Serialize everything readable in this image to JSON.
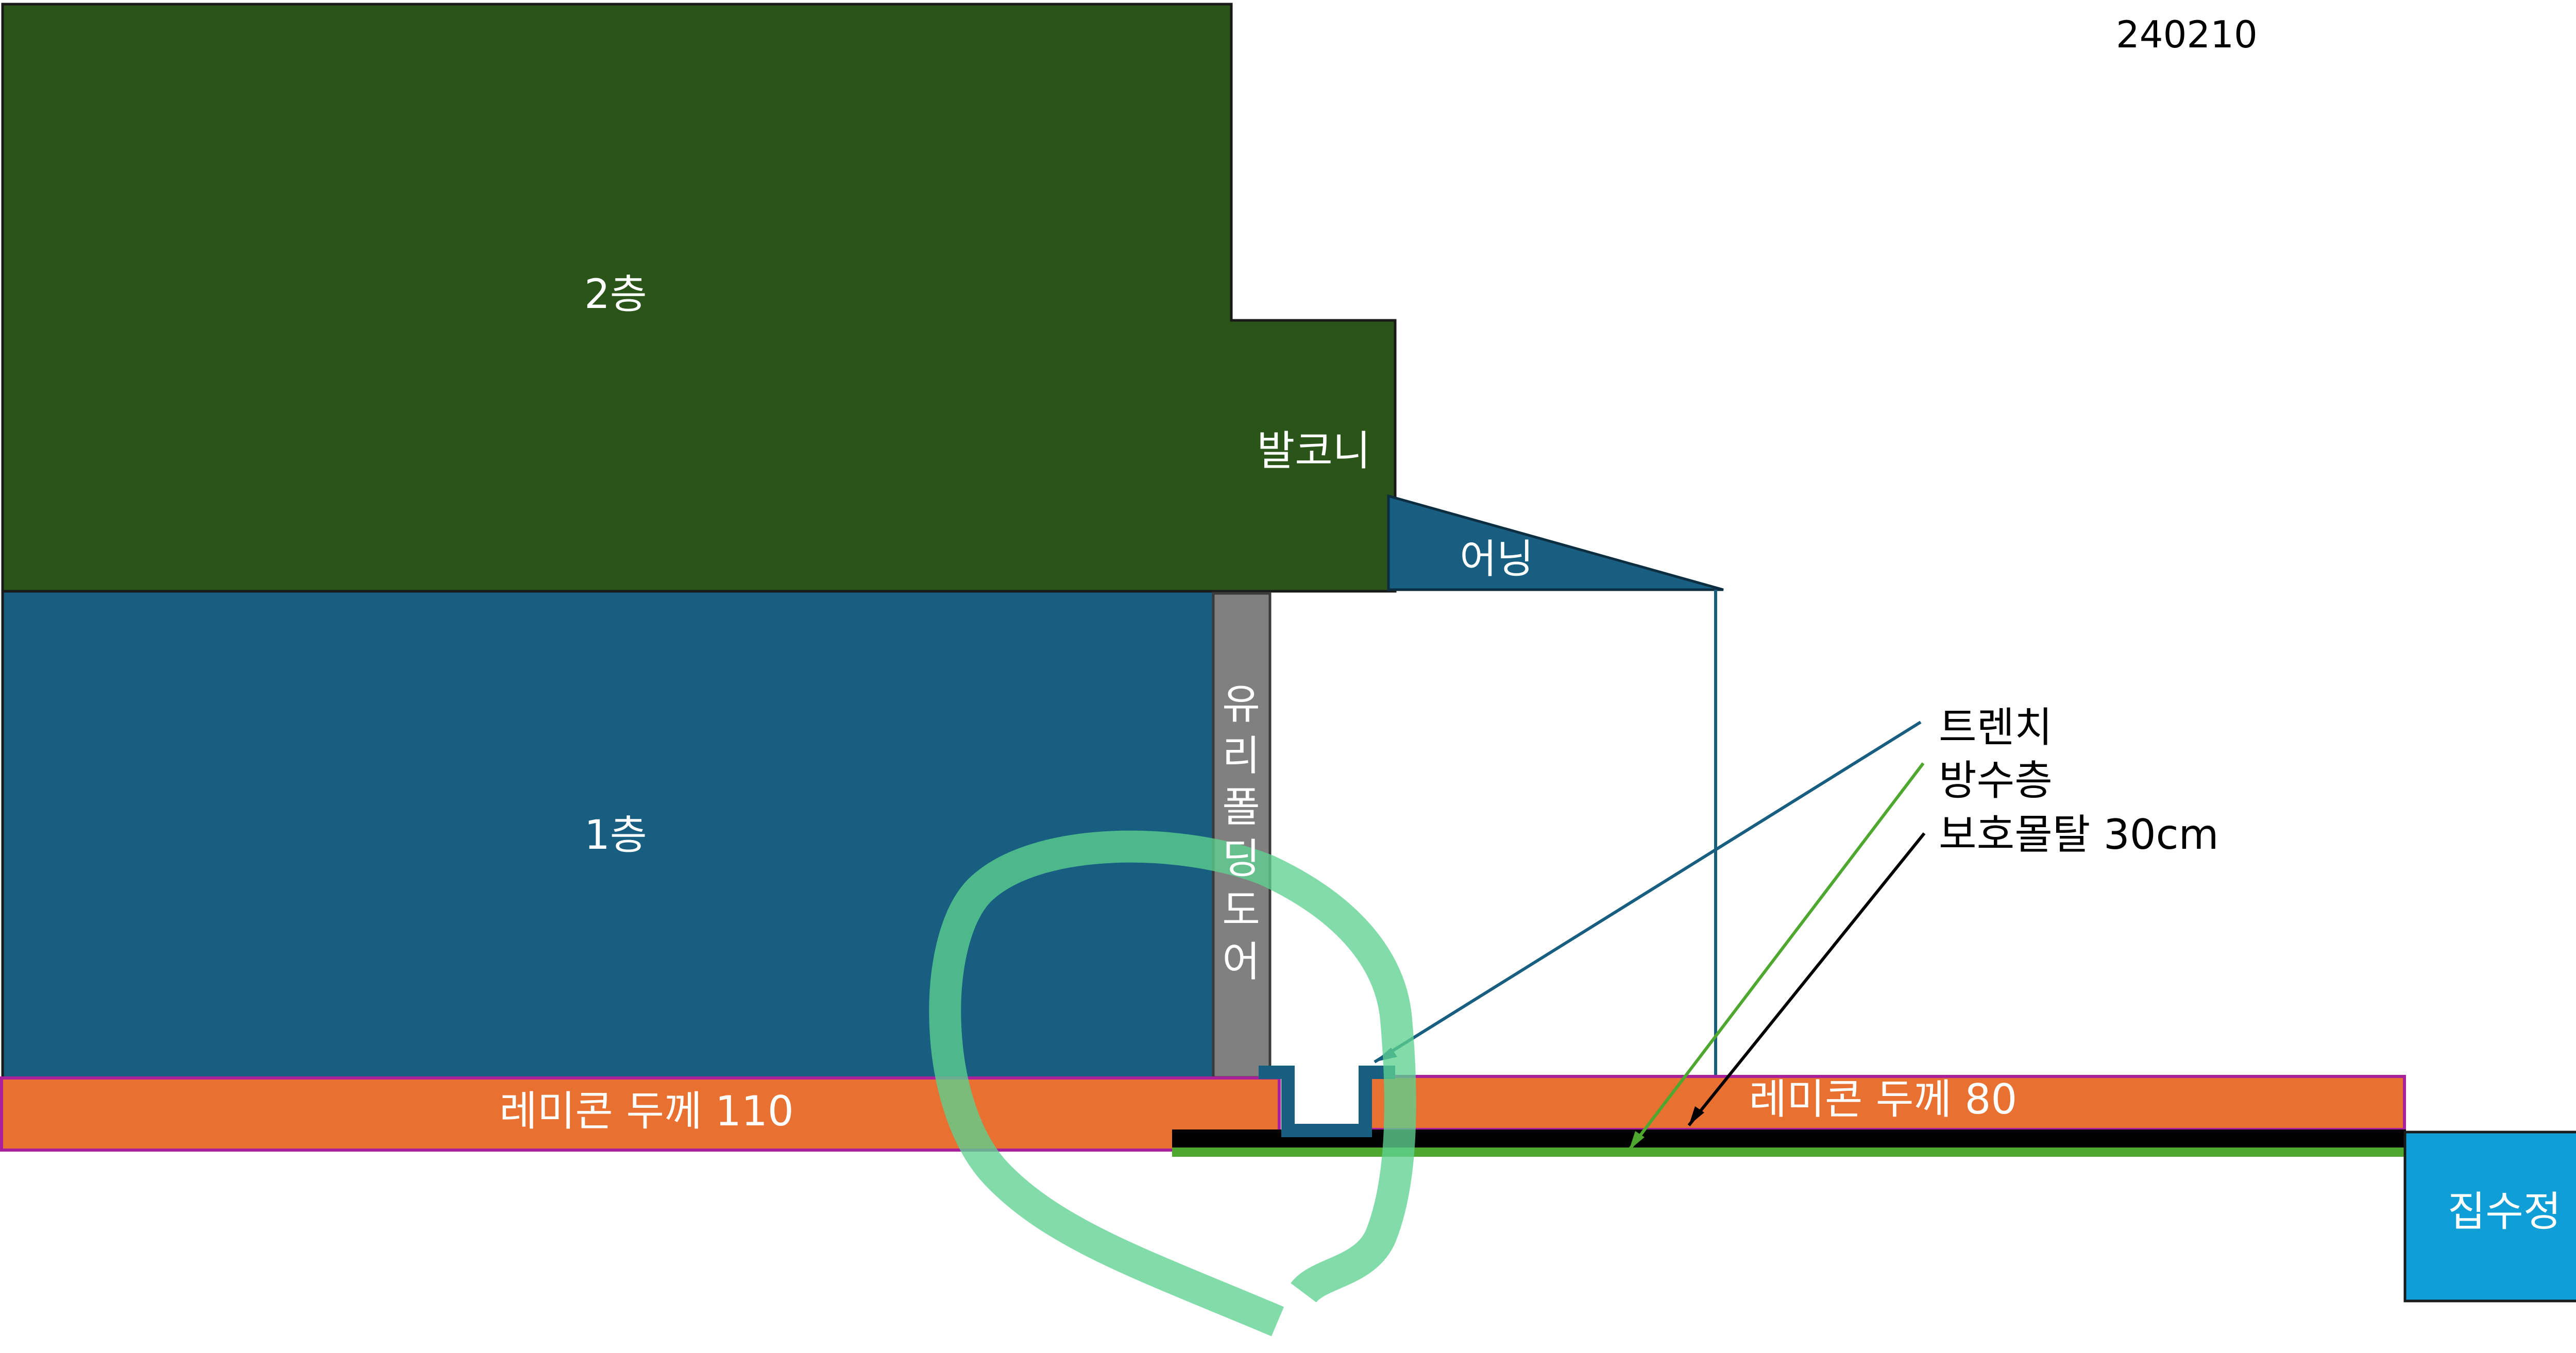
{
  "date_label": "240210",
  "regions": {
    "second_floor": "2층",
    "balcony": "발코니",
    "awning": "어닝",
    "first_floor": "1층",
    "glass_door": "유리폴딩도어",
    "concrete_left": "레미콘 두께 110",
    "concrete_right": "레미콘 두께 80",
    "sump": "집수정"
  },
  "callouts": {
    "trench": "트렌치",
    "waterproof": "방수층",
    "mortar": "보호몰탈 30cm"
  },
  "colors": {
    "second_floor_fill": "#2b5419",
    "first_floor_fill": "#175e80",
    "awning_fill": "#175e80",
    "door_fill": "#808080",
    "concrete_fill": "#e87031",
    "concrete_border": "#a8209c",
    "sump_fill": "#0f9ed5",
    "mortar_line": "#000000",
    "waterproof_line": "#4ea72e",
    "highlight_loop": "#5ed291",
    "trench_callout": "#175e80"
  },
  "icons": {
    "highlight": "hand-drawn-loop"
  }
}
